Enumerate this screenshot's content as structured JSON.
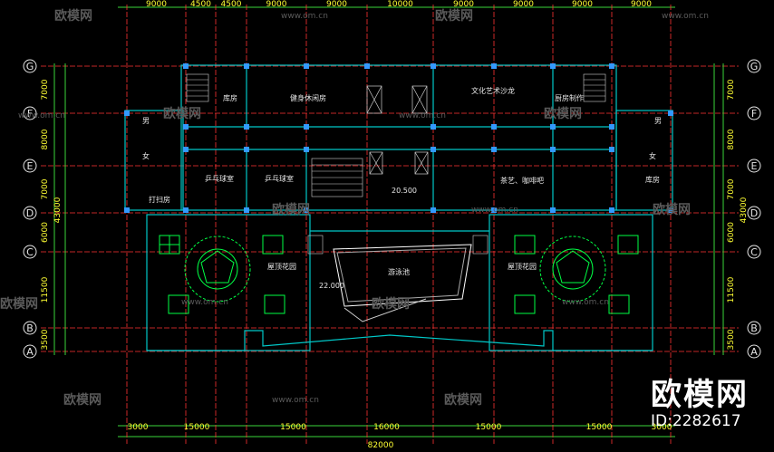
{
  "top_dims": [
    "9000",
    "4500",
    "4500",
    "9000",
    "9000",
    "10000",
    "9000",
    "9000",
    "9000",
    "9000"
  ],
  "bottom_dims": [
    "3000",
    "15000",
    "15000",
    "16000",
    "15000",
    "15000",
    "3000"
  ],
  "total_width": "82000",
  "left_dims": [
    "7000",
    "8000",
    "7000",
    "6000",
    "11500",
    "3500"
  ],
  "right_dims": [
    "7000",
    "8000",
    "7000",
    "6000",
    "11500",
    "3500"
  ],
  "overall_height": "43000",
  "grid_rows": [
    "G",
    "F",
    "E",
    "D",
    "C",
    "B",
    "A"
  ],
  "rooms": {
    "storage_left": "库房",
    "gym": "健身休闲房",
    "culture_salon": "文化艺术沙龙",
    "kitchen": "厨房制作",
    "pingpong_1": "乒乓球室",
    "pingpong_2": "乒乓球室",
    "tea_coffee": "茶艺、咖啡吧",
    "storage_right": "库房",
    "cleaning": "打扫房",
    "roof_garden_left": "屋顶花园",
    "roof_garden_right": "屋顶花园",
    "pool": "游泳池",
    "male_left": "男",
    "female_left": "女",
    "male_right": "男",
    "female_right": "女"
  },
  "elevations": [
    "20.500",
    "22.000"
  ],
  "watermark": {
    "brand": "欧模网",
    "url": "www.om.cn"
  },
  "brand_logo": {
    "name": "欧模网",
    "id": "ID:2282617"
  },
  "colors": {
    "axis": "#ff3333",
    "dim": "#ffff33",
    "wall": "#00c8c8",
    "landscape": "#00ff44",
    "column": "#3399ff"
  }
}
